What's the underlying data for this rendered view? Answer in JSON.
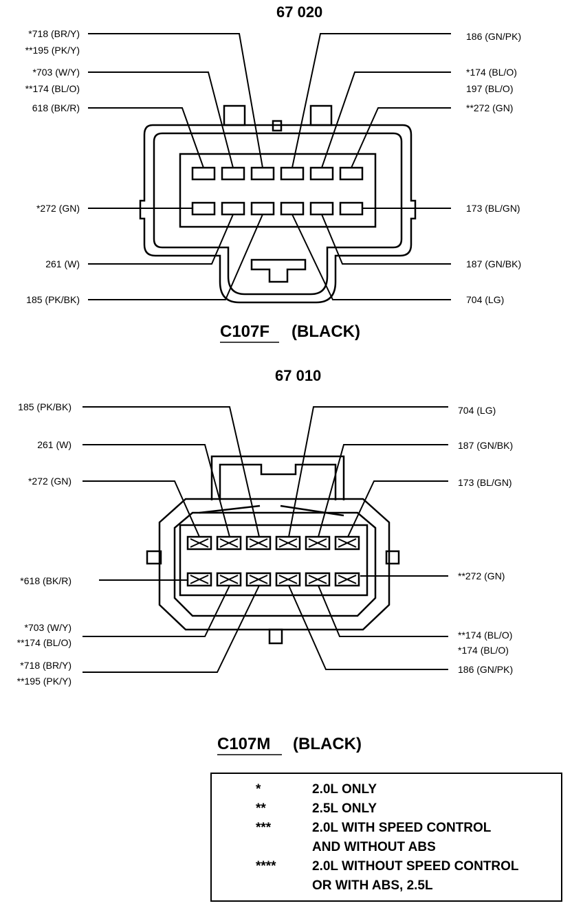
{
  "top": {
    "number": "67 020",
    "caption_id": "C107F",
    "caption_color": "(BLACK)",
    "left_labels": [
      [
        "*718 (BR/Y)",
        "**195 (PK/Y)"
      ],
      [
        "*703 (W/Y)",
        "**174 (BL/O)"
      ],
      [
        "618 (BK/R)"
      ],
      [
        "*272 (GN)"
      ],
      [
        "261 (W)"
      ],
      [
        "185 (PK/BK)"
      ]
    ],
    "right_labels": [
      [
        "186 (GN/PK)"
      ],
      [
        "*174 (BL/O)",
        "197 (BL/O)"
      ],
      [
        "**272 (GN)"
      ],
      [
        "173 (BL/GN)"
      ],
      [
        "187 (GN/BK)"
      ],
      [
        "704 (LG)"
      ]
    ]
  },
  "bottom": {
    "number": "67 010",
    "caption_id": "C107M",
    "caption_color": "(BLACK)",
    "left_labels": [
      [
        "185 (PK/BK)"
      ],
      [
        "261 (W)"
      ],
      [
        "*272 (GN)"
      ],
      [
        "*618 (BK/R)"
      ],
      [
        "*703 (W/Y)",
        "**174 (BL/O)"
      ],
      [
        "*718 (BR/Y)",
        "**195 (PK/Y)"
      ]
    ],
    "right_labels": [
      [
        "704 (LG)"
      ],
      [
        "187 (GN/BK)"
      ],
      [
        "173 (BL/GN)"
      ],
      [
        "**272 (GN)"
      ],
      [
        "**174 (BL/O)",
        "*174 (BL/O)"
      ],
      [
        "186 (GN/PK)"
      ]
    ]
  },
  "legend": [
    {
      "symbol": "*",
      "text": "2.0L ONLY"
    },
    {
      "symbol": "**",
      "text": "2.5L ONLY"
    },
    {
      "symbol": "***",
      "text": "2.0L WITH SPEED CONTROL"
    },
    {
      "symbol": "",
      "text": "AND WITHOUT ABS"
    },
    {
      "symbol": "****",
      "text": "2.0L WITHOUT SPEED CONTROL"
    },
    {
      "symbol": "",
      "text": "OR WITH ABS, 2.5L"
    }
  ]
}
